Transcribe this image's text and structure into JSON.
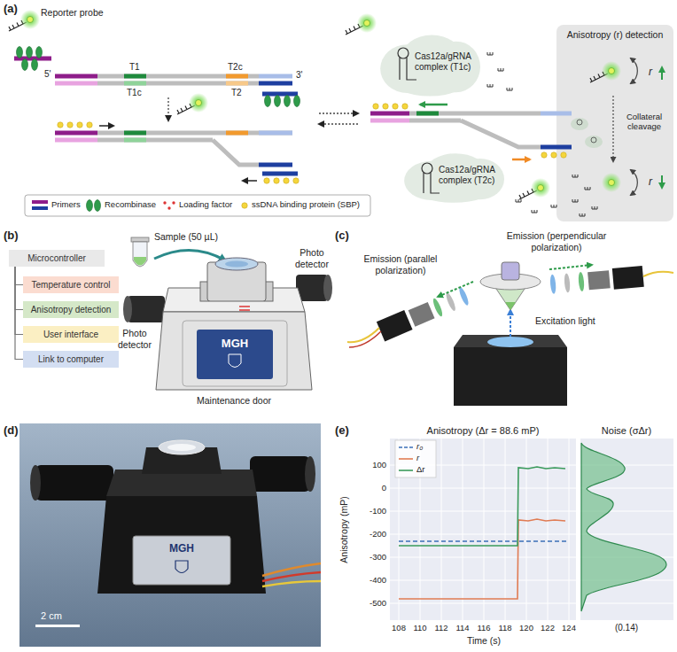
{
  "diagram": {
    "nodes": [
      {
        "text": [
          "Cas12a/gRNA complex (T1c)"
        ]
      },
      {
        "text": [
          "Cas12a/gRNA complex (T2c)"
        ]
      },
      {
        "text": [
          "Anisotropy (r) detection",
          "r",
          "Collateral cleavage",
          "r"
        ]
      },
      {
        "text": [
          "Microcontroller"
        ]
      },
      {
        "text": [
          "Temperature control"
        ]
      },
      {
        "text": [
          "Anisotropy detection"
        ]
      },
      {
        "text": [
          "User interface"
        ]
      },
      {
        "text": [
          "Link to computer"
        ]
      }
    ],
    "edges": [
      {
        "from": 3,
        "to": 4,
        "arrow": "none"
      },
      {
        "from": 3,
        "to": 5,
        "arrow": "none"
      },
      {
        "from": 3,
        "to": 6,
        "arrow": "none"
      },
      {
        "from": 3,
        "to": 7,
        "arrow": "none"
      }
    ],
    "labels": [
      "(a)",
      "Reporter probe",
      "5'",
      "T1",
      "T2c",
      "3'",
      "T1c",
      "T2",
      "(b)",
      "Sample (50 µL)",
      "Photo detector",
      "Photo detector",
      "Maintenance door",
      "MGH",
      "(c)",
      "Emission (parallel polarization)",
      "Emission (perpendicular polarization)",
      "Excitation light",
      "(d)",
      "2 cm",
      "MGH",
      "(e)",
      "Anisotropy (Δr = 88.6 mP)",
      "100",
      "0",
      "-100",
      "-200",
      "-300",
      "-400",
      "-500",
      "108",
      "110",
      "112",
      "114",
      "116",
      "118",
      "120",
      "122",
      "124",
      "Anisotropy (mP)",
      "Time (s)",
      "Noise (σΔr)",
      "(0.14)"
    ],
    "legend": [
      {
        "text": "Primers",
        "color": "#8e1d8a"
      },
      {
        "text": "Recombinase"
      },
      {
        "text": "Loading factor"
      },
      {
        "text": "ssDNA binding protein (SBP)"
      },
      {
        "text": "r₀"
      },
      {
        "text": "r"
      },
      {
        "text": "Δr"
      }
    ]
  }
}
